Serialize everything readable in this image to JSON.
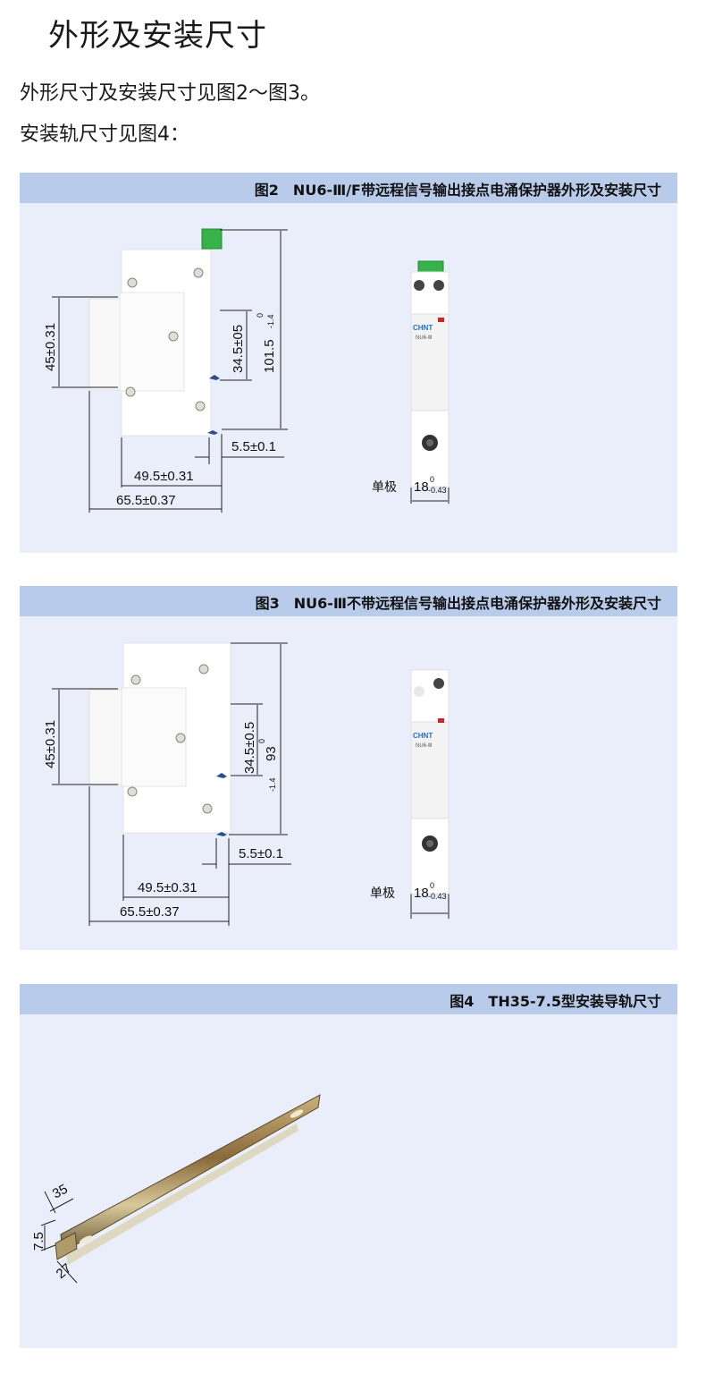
{
  "heading": "外形及安装尺寸",
  "intro": {
    "line1": "外形尺寸及安装尺寸见图2～图3。",
    "line2": "安装轨尺寸见图4："
  },
  "fig2": {
    "caption": "图2　NU6-Ⅲ/F带远程信号输出接点电涌保护器外形及安装尺寸",
    "dims": {
      "height_mod": "45±0.31",
      "height_inner": "34.5±05",
      "height_total": "101.5",
      "height_total_tol_up": "0",
      "height_total_tol_dn": "-1.4",
      "rail_offset": "5.5±0.1",
      "depth_inner": "49.5±0.31",
      "depth_total": "65.5±0.37"
    },
    "front": {
      "pole_label": "单极",
      "width": "18",
      "width_tol_up": "0",
      "width_tol_dn": "-0.43",
      "brand": "CHNT",
      "model": "NU6-Ⅲ"
    }
  },
  "fig3": {
    "caption": "图3　NU6-Ⅲ不带远程信号输出接点电涌保护器外形及安装尺寸",
    "dims": {
      "height_mod": "45±0.31",
      "height_inner": "34.5±0.5",
      "height_total": "93",
      "height_total_tol_up": "0",
      "height_total_tol_dn": "-1.4",
      "rail_offset": "5.5±0.1",
      "depth_inner": "49.5±0.31",
      "depth_total": "65.5±0.37"
    },
    "front": {
      "pole_label": "单极",
      "width": "18",
      "width_tol_up": "0",
      "width_tol_dn": "-0.43",
      "brand": "CHNT",
      "model": "NU6-Ⅲ"
    }
  },
  "fig4": {
    "caption": "图4　TH35-7.5型安装导轨尺寸",
    "dims": {
      "width": "35",
      "height": "7.5",
      "inner": "27"
    }
  },
  "colors": {
    "panel_bg": "#e9eefa",
    "panel_head": "#b9cbea",
    "terminal_green": "#35b34a",
    "brand_blue": "#1f6fd1",
    "indicator_red": "#d3232a"
  }
}
